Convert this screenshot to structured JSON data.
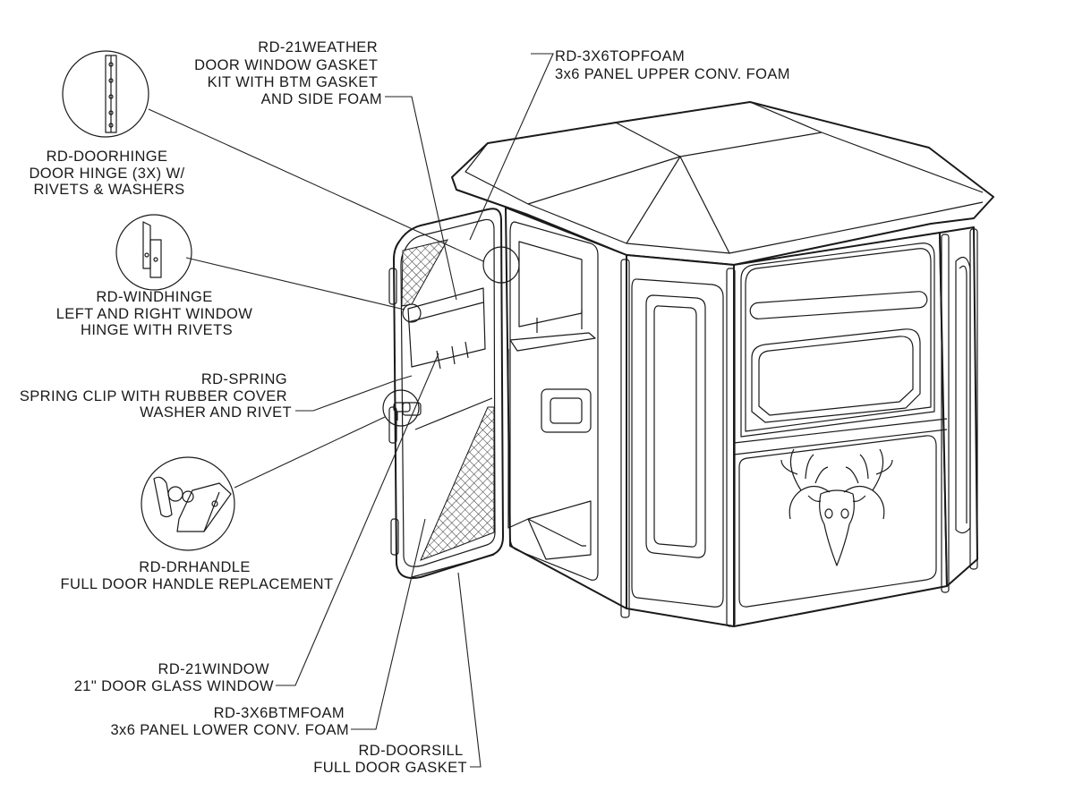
{
  "callouts": [
    {
      "id": "weather",
      "lines": [
        "RD-21WEATHER",
        "DOOR WINDOW GASKET",
        "KIT WITH BTM GASKET",
        "AND SIDE FOAM"
      ]
    },
    {
      "id": "topfoam",
      "lines": [
        "RD-3X6TOPFOAM",
        "3x6 PANEL UPPER CONV. FOAM"
      ]
    },
    {
      "id": "doorhinge",
      "lines": [
        "RD-DOORHINGE",
        "DOOR HINGE (3X) W/",
        "RIVETS & WASHERS"
      ]
    },
    {
      "id": "windhinge",
      "lines": [
        "RD-WINDHINGE",
        "LEFT AND RIGHT WINDOW",
        "HINGE WITH RIVETS"
      ]
    },
    {
      "id": "spring",
      "lines": [
        "RD-SPRING",
        "SPRING CLIP WITH RUBBER COVER",
        "WASHER AND RIVET"
      ]
    },
    {
      "id": "drhandle",
      "lines": [
        "RD-DRHANDLE",
        "FULL DOOR HANDLE REPLACEMENT"
      ]
    },
    {
      "id": "window",
      "lines": [
        "RD-21WINDOW",
        "21\" DOOR GLASS WINDOW"
      ]
    },
    {
      "id": "btmfoam",
      "lines": [
        "RD-3X6BTMFOAM",
        "3x6 PANEL LOWER CONV. FOAM"
      ]
    },
    {
      "id": "doorsill",
      "lines": [
        "RD-DOORSILL",
        "FULL DOOR GASKET"
      ]
    }
  ],
  "detail_icons": [
    "door-hinge-detail-icon",
    "window-hinge-detail-icon",
    "spring-clip-detail-icon",
    "door-handle-detail-icon",
    "deer-skull-antlers-icon"
  ],
  "colors": {
    "line": "#1a1a1a",
    "background": "#ffffff"
  }
}
